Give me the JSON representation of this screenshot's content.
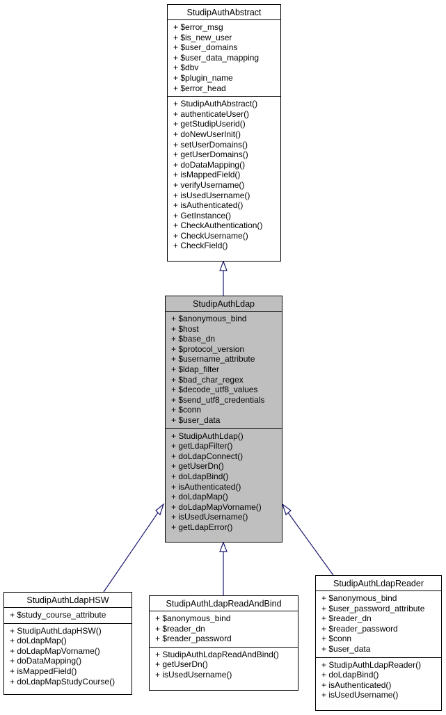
{
  "classes": {
    "abstract": {
      "name": "StudipAuthAbstract",
      "attributes": [
        "+ $error_msg",
        "+ $is_new_user",
        "+ $user_domains",
        "+ $user_data_mapping",
        "+ $dbv",
        "+ $plugin_name",
        "+ $error_head"
      ],
      "methods": [
        "+ StudipAuthAbstract()",
        "+ authenticateUser()",
        "+ getStudipUserid()",
        "+ doNewUserInit()",
        "+ setUserDomains()",
        "+ getUserDomains()",
        "+ doDataMapping()",
        "+ isMappedField()",
        "+ verifyUsername()",
        "+ isUsedUsername()",
        "+ isAuthenticated()",
        "+ GetInstance()",
        "+ CheckAuthentication()",
        "+ CheckUsername()",
        "+ CheckField()"
      ]
    },
    "ldap": {
      "name": "StudipAuthLdap",
      "attributes": [
        "+ $anonymous_bind",
        "+ $host",
        "+ $base_dn",
        "+ $protocol_version",
        "+ $username_attribute",
        "+ $ldap_filter",
        "+ $bad_char_regex",
        "+ $decode_utf8_values",
        "+ $send_utf8_credentials",
        "+ $conn",
        "+ $user_data"
      ],
      "methods": [
        "+ StudipAuthLdap()",
        "+ getLdapFilter()",
        "+ doLdapConnect()",
        "+ getUserDn()",
        "+ doLdapBind()",
        "+ isAuthenticated()",
        "+ doLdapMap()",
        "+ doLdapMapVorname()",
        "+ isUsedUsername()",
        "+ getLdapError()"
      ]
    },
    "hsw": {
      "name": "StudipAuthLdapHSW",
      "attributes": [
        "+ $study_course_attribute"
      ],
      "methods": [
        "+ StudipAuthLdapHSW()",
        "+ doLdapMap()",
        "+ doLdapMapVorname()",
        "+ doDataMapping()",
        "+ isMappedField()",
        "+ doLdapMapStudyCourse()"
      ]
    },
    "readbind": {
      "name": "StudipAuthLdapReadAndBind",
      "attributes": [
        "+ $anonymous_bind",
        "+ $reader_dn",
        "+ $reader_password"
      ],
      "methods": [
        "+ StudipAuthLdapReadAndBind()",
        "+ getUserDn()",
        "+ isUsedUsername()"
      ]
    },
    "reader": {
      "name": "StudipAuthLdapReader",
      "attributes": [
        "+ $anonymous_bind",
        "+ $user_password_attribute",
        "+ $reader_dn",
        "+ $reader_password",
        "+ $conn",
        "+ $user_data"
      ],
      "methods": [
        "+ StudipAuthLdapReader()",
        "+ doLdapBind()",
        "+ isAuthenticated()",
        "+ isUsedUsername()"
      ]
    }
  },
  "colors": {
    "inheritance_edge": "#191970",
    "highlight_fill": "#bfbfbf",
    "border": "#000000"
  }
}
